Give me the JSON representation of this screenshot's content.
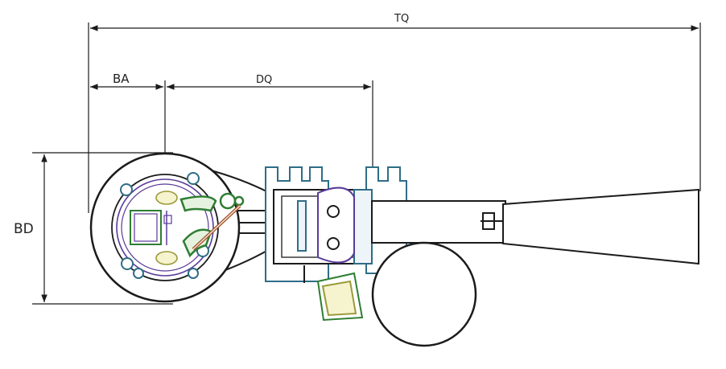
{
  "diagram": {
    "dimension_labels": {
      "tq": "TQ",
      "ba": "BA",
      "dq": "DQ",
      "bd": "BD"
    }
  },
  "colors": {
    "line": "#1b1b1b",
    "flange": "#2f6d86",
    "purple": "#5a3a9a",
    "green": "#2e7d32",
    "olive": "#9a9a3a",
    "brown": "#a0522d"
  }
}
